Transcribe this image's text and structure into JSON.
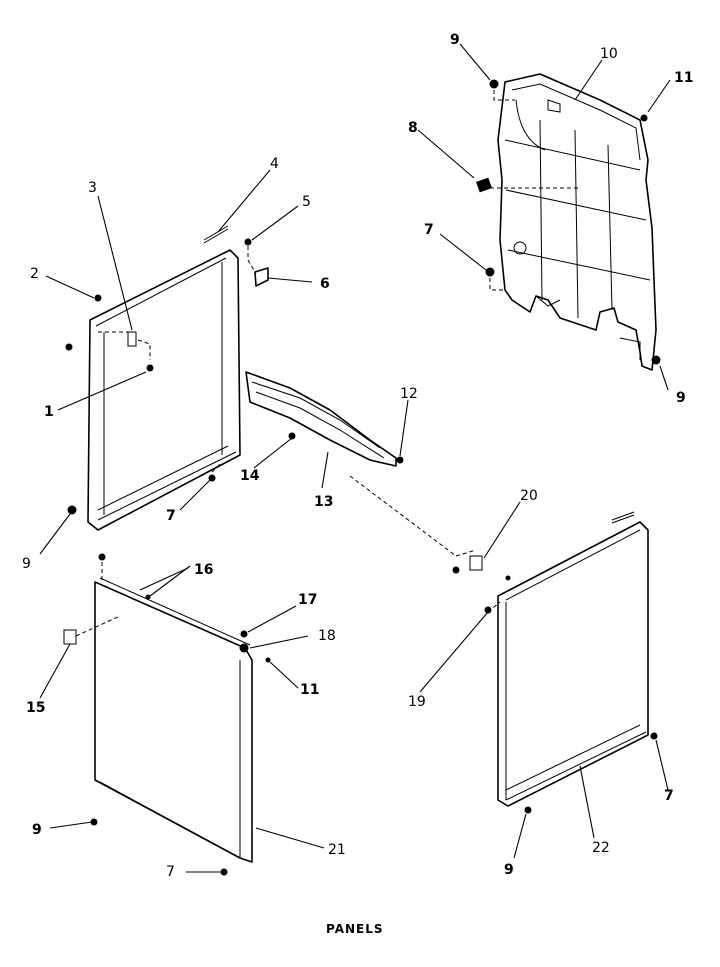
{
  "caption": "PANELS",
  "callouts": {
    "c1": "1",
    "c2": "2",
    "c3": "3",
    "c4": "4",
    "c5": "5",
    "c6": "6",
    "c7a": "7",
    "c7b": "7",
    "c7c": "7",
    "c7d": "7",
    "c8": "8",
    "c9a": "9",
    "c9b": "9",
    "c9c": "9",
    "c9d": "9",
    "c9e": "9",
    "c10": "10",
    "c11a": "11",
    "c11b": "11",
    "c12": "12",
    "c13": "13",
    "c14": "14",
    "c15": "15",
    "c16": "16",
    "c17": "17",
    "c18": "18",
    "c19": "19",
    "c20": "20",
    "c21": "21",
    "c22": "22"
  }
}
